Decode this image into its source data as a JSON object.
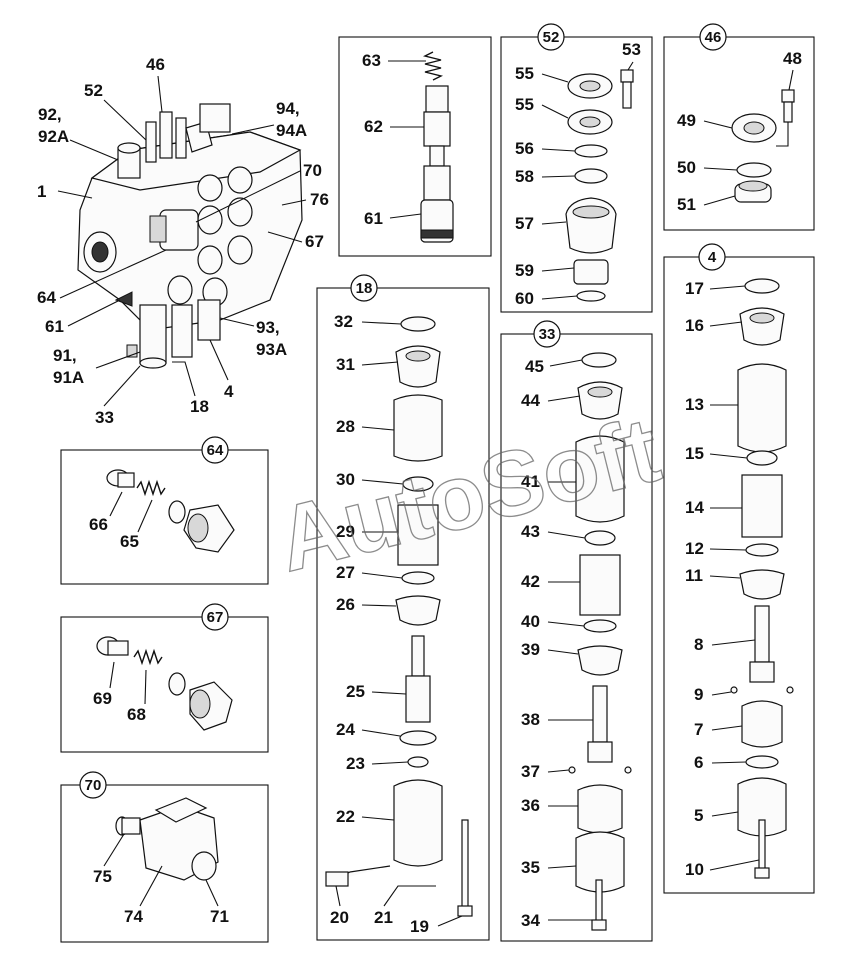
{
  "watermark": "AutoSoft",
  "main_callouts": [
    "1",
    "46",
    "52",
    "70",
    "76",
    "67",
    "64",
    "61",
    "4",
    "18",
    "33"
  ],
  "main_multi": [
    {
      "l1": "92,",
      "l2": "92A"
    },
    {
      "l1": "94,",
      "l2": "94A"
    },
    {
      "l1": "91,",
      "l2": "91A"
    },
    {
      "l1": "93,",
      "l2": "93A"
    }
  ],
  "box_64": {
    "title": "64",
    "parts": [
      "66",
      "65"
    ]
  },
  "box_67": {
    "title": "67",
    "parts": [
      "69",
      "68"
    ]
  },
  "box_70": {
    "title": "70",
    "parts": [
      "75",
      "74",
      "71"
    ]
  },
  "box_61": {
    "parts": [
      "63",
      "62",
      "61"
    ]
  },
  "box_52": {
    "title": "52",
    "parts": [
      "53",
      "55",
      "55",
      "56",
      "58",
      "57",
      "59",
      "60"
    ]
  },
  "box_46": {
    "title": "46",
    "parts": [
      "48",
      "49",
      "50",
      "51"
    ]
  },
  "box_18": {
    "title": "18",
    "parts": [
      "32",
      "31",
      "28",
      "30",
      "29",
      "27",
      "26",
      "25",
      "24",
      "23",
      "22",
      "20",
      "21",
      "19"
    ]
  },
  "box_33": {
    "title": "33",
    "parts": [
      "45",
      "44",
      "41",
      "43",
      "42",
      "40",
      "39",
      "38",
      "37",
      "36",
      "35",
      "34"
    ]
  },
  "box_4": {
    "title": "4",
    "parts": [
      "17",
      "16",
      "13",
      "15",
      "14",
      "12",
      "11",
      "8",
      "9",
      "7",
      "6",
      "5",
      "10"
    ]
  }
}
